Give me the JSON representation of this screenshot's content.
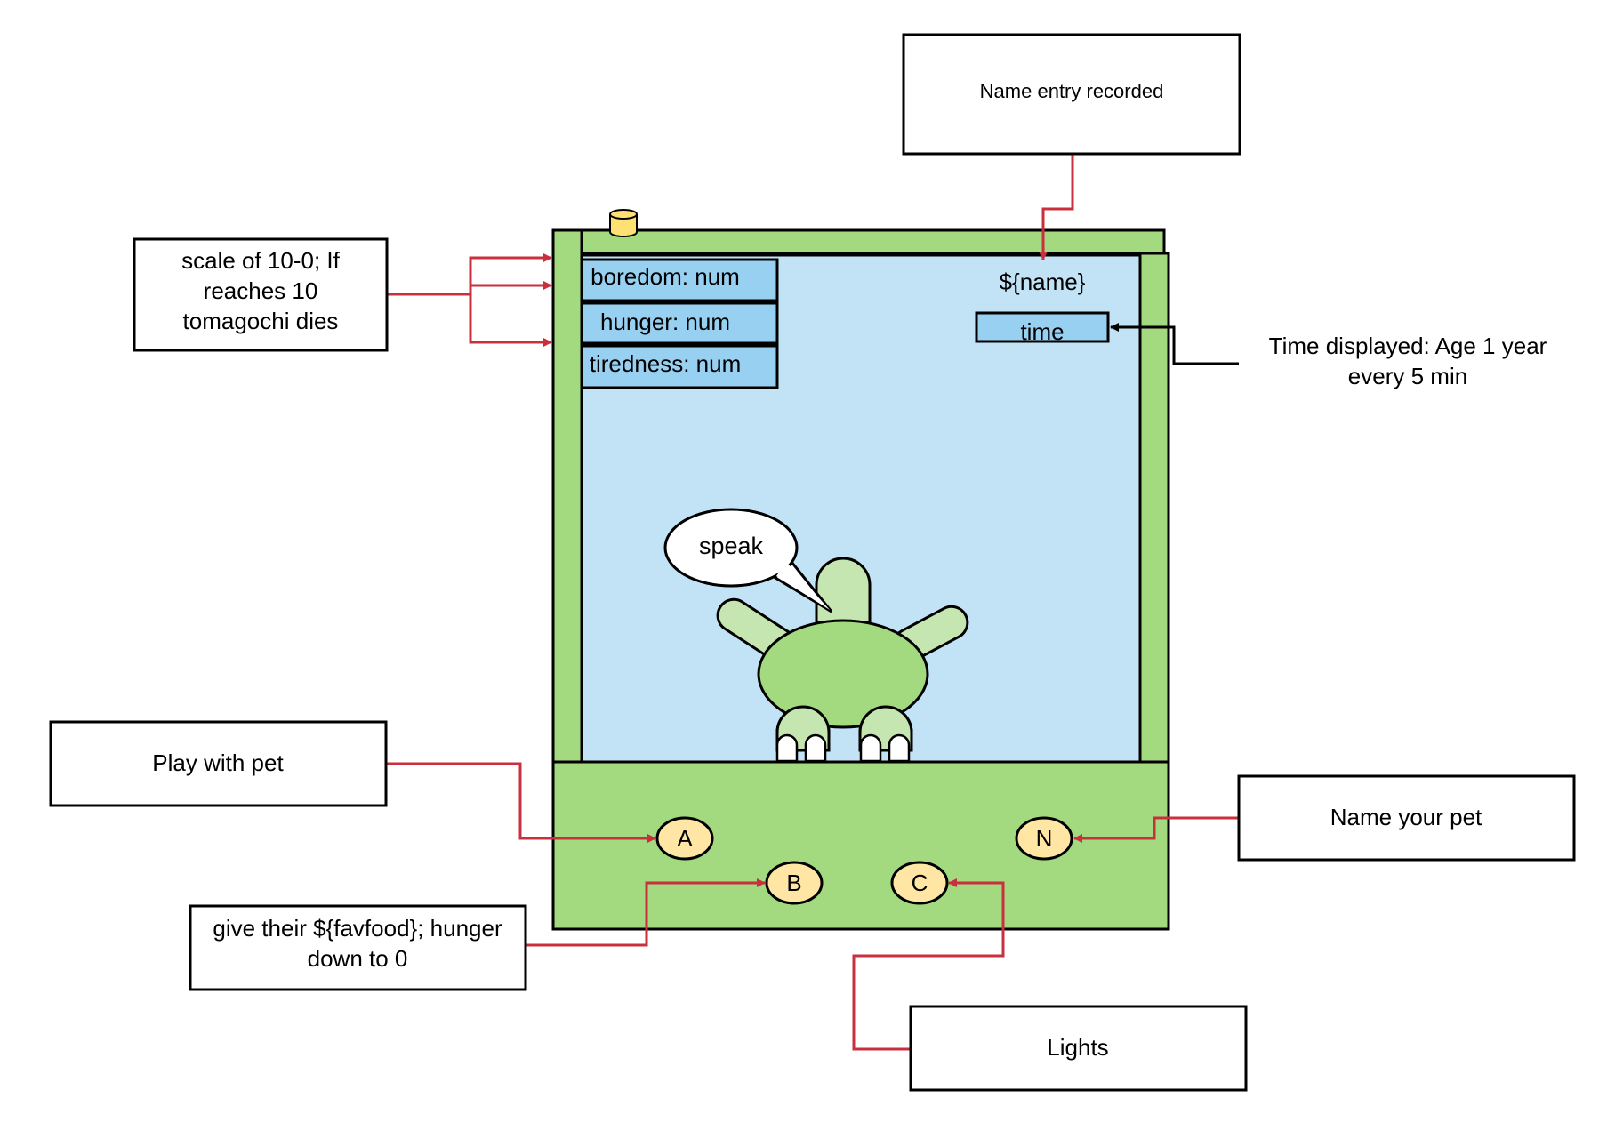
{
  "annotations": {
    "name_entry": "Name entry recorded",
    "scale_line1": "scale of 10-0; If",
    "scale_line2": "reaches 10",
    "scale_line3": "tomagochi dies",
    "time_line1": "Time displayed: Age 1 year",
    "time_line2": "every 5 min",
    "play": "Play with pet",
    "feed_line1": "give their ${favfood}; hunger",
    "feed_line2": "down to 0",
    "name_pet": "Name your pet",
    "lights": "Lights"
  },
  "device": {
    "stats": [
      "boredom: num",
      "hunger: num",
      "tiredness: num"
    ],
    "pet_name": "${name}",
    "time_label": "time",
    "speech": "speak",
    "buttons": {
      "a": "A",
      "b": "B",
      "c": "C",
      "n": "N"
    }
  },
  "colors": {
    "device_green": "#a3d97f",
    "screen_blue": "#c2e3f6",
    "stat_blue": "#97d0f0",
    "button_yellow": "#ffe6a5",
    "connector_red": "#c9303e"
  }
}
